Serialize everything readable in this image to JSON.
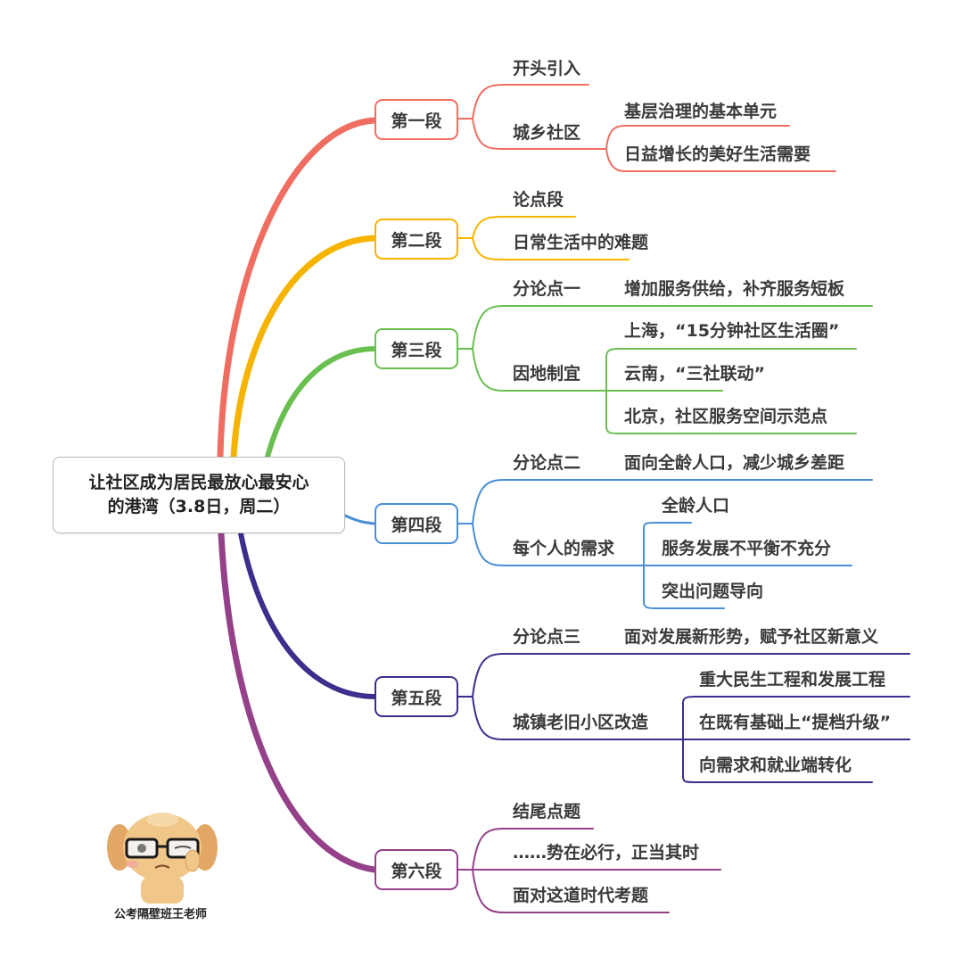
{
  "root": {
    "line1": "让社区成为居民最放心最安心",
    "line2": "的港湾（3.8日，周二）"
  },
  "colors": {
    "seg1": "#ef6e61",
    "seg2": "#f6b400",
    "seg3": "#69bf4f",
    "seg4": "#4a8fd4",
    "seg5": "#3b2e8c",
    "seg6": "#94418a"
  },
  "segments": [
    {
      "label": "第一段",
      "children": [
        {
          "label": "开头引入"
        },
        {
          "label": "城乡社区",
          "children": [
            "基层治理的基本单元",
            "日益增长的美好生活需要"
          ]
        }
      ]
    },
    {
      "label": "第二段",
      "children": [
        {
          "label": "论点段"
        },
        {
          "label": "日常生活中的难题"
        }
      ]
    },
    {
      "label": "第三段",
      "children": [
        {
          "label": "分论点一",
          "children": [
            "增加服务供给，补齐服务短板"
          ]
        },
        {
          "label": "因地制宜",
          "children": [
            "上海，“15分钟社区生活圈”",
            "云南，“三社联动”",
            "北京，社区服务空间示范点"
          ]
        }
      ]
    },
    {
      "label": "第四段",
      "children": [
        {
          "label": "分论点二",
          "children": [
            "面向全龄人口，减少城乡差距"
          ]
        },
        {
          "label": "每个人的需求",
          "children": [
            "全龄人口",
            "服务发展不平衡不充分",
            "突出问题导向"
          ]
        }
      ]
    },
    {
      "label": "第五段",
      "children": [
        {
          "label": "分论点三",
          "children": [
            "面对发展新形势，赋予社区新意义"
          ]
        },
        {
          "label": "城镇老旧小区改造",
          "children": [
            "重大民生工程和发展工程",
            "在既有基础上“提档升级”",
            "向需求和就业端转化"
          ]
        }
      ]
    },
    {
      "label": "第六段",
      "children": [
        {
          "label": "结尾点题"
        },
        {
          "label": "……势在必行，正当其时"
        },
        {
          "label": "面对这道时代考题"
        }
      ]
    }
  ],
  "watermark": {
    "icon": "cartoon-dog-with-glasses",
    "caption": "公考隔壁班王老师"
  }
}
